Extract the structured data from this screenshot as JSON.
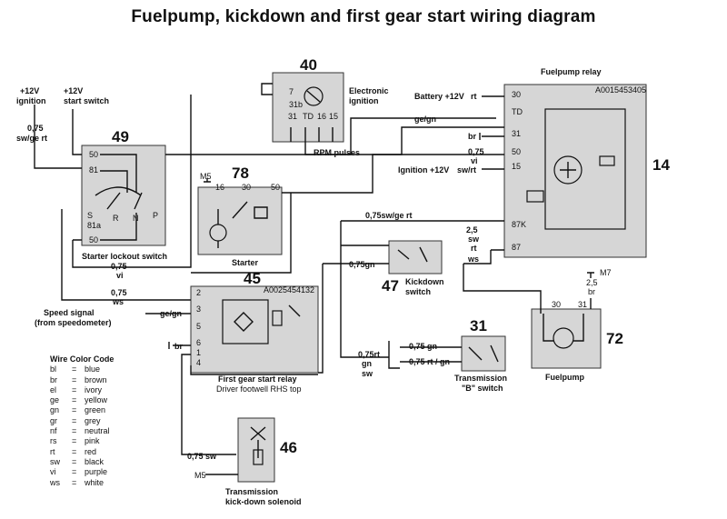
{
  "title": "Fuelpump, kickdown and first gear start  wiring diagram",
  "inputs": {
    "ign": "+12V ignition",
    "ign_line1": "+12V",
    "ign_line2": "ignition",
    "start_line1": "+12V",
    "start_line2": "start switch",
    "wire_075": "0,75",
    "wire_swgert": "sw/ge rt"
  },
  "components": {
    "c40": {
      "num": "40",
      "name1": "Electronic",
      "name2": "ignition",
      "terms": [
        "7",
        "31b",
        "31",
        "TD",
        "16",
        "15"
      ],
      "output": "RPM pulses"
    },
    "c49": {
      "num": "49",
      "name": "Starter lockout switch",
      "terms": [
        "50",
        "81",
        "S",
        "R",
        "N",
        "P",
        "81a",
        "50"
      ]
    },
    "c78": {
      "num": "78",
      "name": "Starter",
      "terms": [
        "M5",
        "16",
        "30",
        "50"
      ]
    },
    "c45": {
      "num": "45",
      "name": "First gear start relay",
      "sub": "Driver footwell RHS top",
      "part": "A0025454132",
      "terms": [
        "2",
        "3",
        "5",
        "6",
        "1",
        "4"
      ]
    },
    "c14": {
      "num": "14",
      "name": "Fuelpump relay",
      "part": "A0015453405",
      "terms": [
        "30",
        "TD",
        "31",
        "50",
        "15",
        "87K",
        "87"
      ]
    },
    "c47": {
      "num": "47",
      "name1": "Kickdown",
      "name2": "switch"
    },
    "c31": {
      "num": "31",
      "name1": "Transmission",
      "name2": "\"B\" switch"
    },
    "c72": {
      "num": "72",
      "name": "Fuelpump",
      "terms": [
        "30",
        "31"
      ],
      "ground": "M7",
      "gw1": "2,5",
      "gw2": "br"
    },
    "c46": {
      "num": "46",
      "name1": "Transmission",
      "name2": "kick-down solenoid",
      "ground": "M5"
    }
  },
  "labels": {
    "battery": "Battery +12V",
    "rt": "rt",
    "gegn": "ge/gn",
    "br": "br",
    "w075": "0,75",
    "vi": "vi",
    "ignsw": "Ignition +12V",
    "swrt": "sw/rt",
    "w075swgert": "0,75sw/ge rt",
    "w25": "2,5",
    "sw": "sw",
    "ws": "ws",
    "w075gn": "0,75gn",
    "speed1": "Speed signal",
    "speed2": "(from speedometer)",
    "speed_wire": "ge/gn",
    "w075ws_a": "0,75",
    "w075ws_b": "ws",
    "w075vi_a": "0,75",
    "w075vi_b": "vi",
    "br_left": "br",
    "w075rt": "0,75rt",
    "gn": "gn",
    "w075gn2": "0,75 gn",
    "w075rtgn": "0,75 rt / gn",
    "w075sw": "0,75 sw",
    "M5": "M5"
  },
  "legend": {
    "heading": "Wire Color Code",
    "rows": [
      {
        "code": "bl",
        "name": "blue"
      },
      {
        "code": "br",
        "name": "brown"
      },
      {
        "code": "el",
        "name": "ivory"
      },
      {
        "code": "ge",
        "name": "yellow"
      },
      {
        "code": "gn",
        "name": "green"
      },
      {
        "code": "gr",
        "name": "grey"
      },
      {
        "code": "nf",
        "name": "neutral"
      },
      {
        "code": "rs",
        "name": "pink"
      },
      {
        "code": "rt",
        "name": "red"
      },
      {
        "code": "sw",
        "name": "black"
      },
      {
        "code": "vi",
        "name": "purple"
      },
      {
        "code": "ws",
        "name": "white"
      }
    ]
  }
}
